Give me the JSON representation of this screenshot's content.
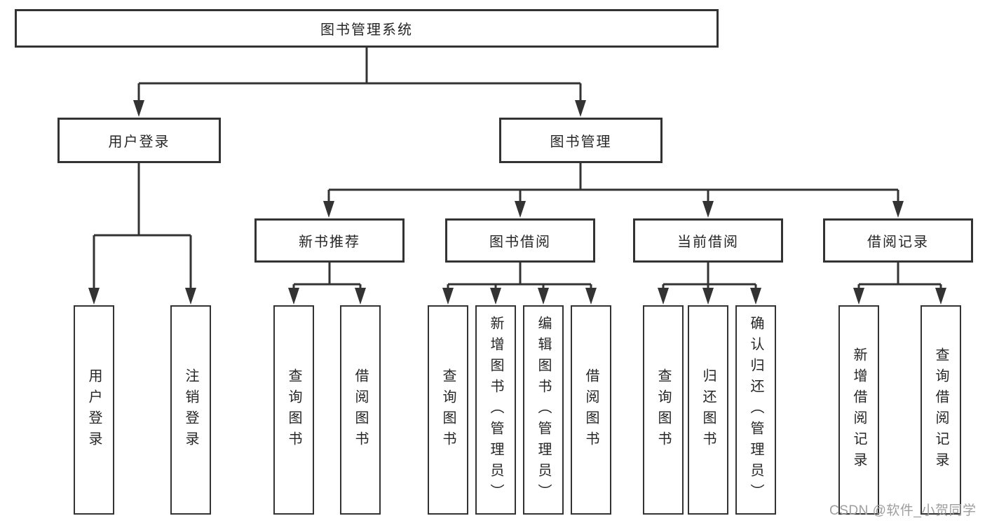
{
  "diagram_type": "hierarchy-tree",
  "colors": {
    "line": "#333333",
    "text": "#262626",
    "background": "#ffffff",
    "watermark_color": "#9e9e9e"
  },
  "watermark": "CSDN @软件_小贺同学",
  "tree": {
    "label": "图书管理系统",
    "children": [
      {
        "label": "用户登录",
        "children": [
          {
            "label": "用户登录"
          },
          {
            "label": "注销登录"
          }
        ]
      },
      {
        "label": "图书管理",
        "children": [
          {
            "label": "新书推荐",
            "children": [
              {
                "label": "查询图书"
              },
              {
                "label": "借阅图书"
              }
            ]
          },
          {
            "label": "图书借阅",
            "children": [
              {
                "label": "查询图书"
              },
              {
                "label": "新增图书（管理员）"
              },
              {
                "label": "编辑图书（管理员）"
              },
              {
                "label": "借阅图书"
              }
            ]
          },
          {
            "label": "当前借阅",
            "children": [
              {
                "label": "查询图书"
              },
              {
                "label": "归还图书"
              },
              {
                "label": "确认归还（管理员）"
              }
            ]
          },
          {
            "label": "借阅记录",
            "children": [
              {
                "label": "新增借阅记录"
              },
              {
                "label": "查询借阅记录"
              }
            ]
          }
        ]
      }
    ]
  }
}
